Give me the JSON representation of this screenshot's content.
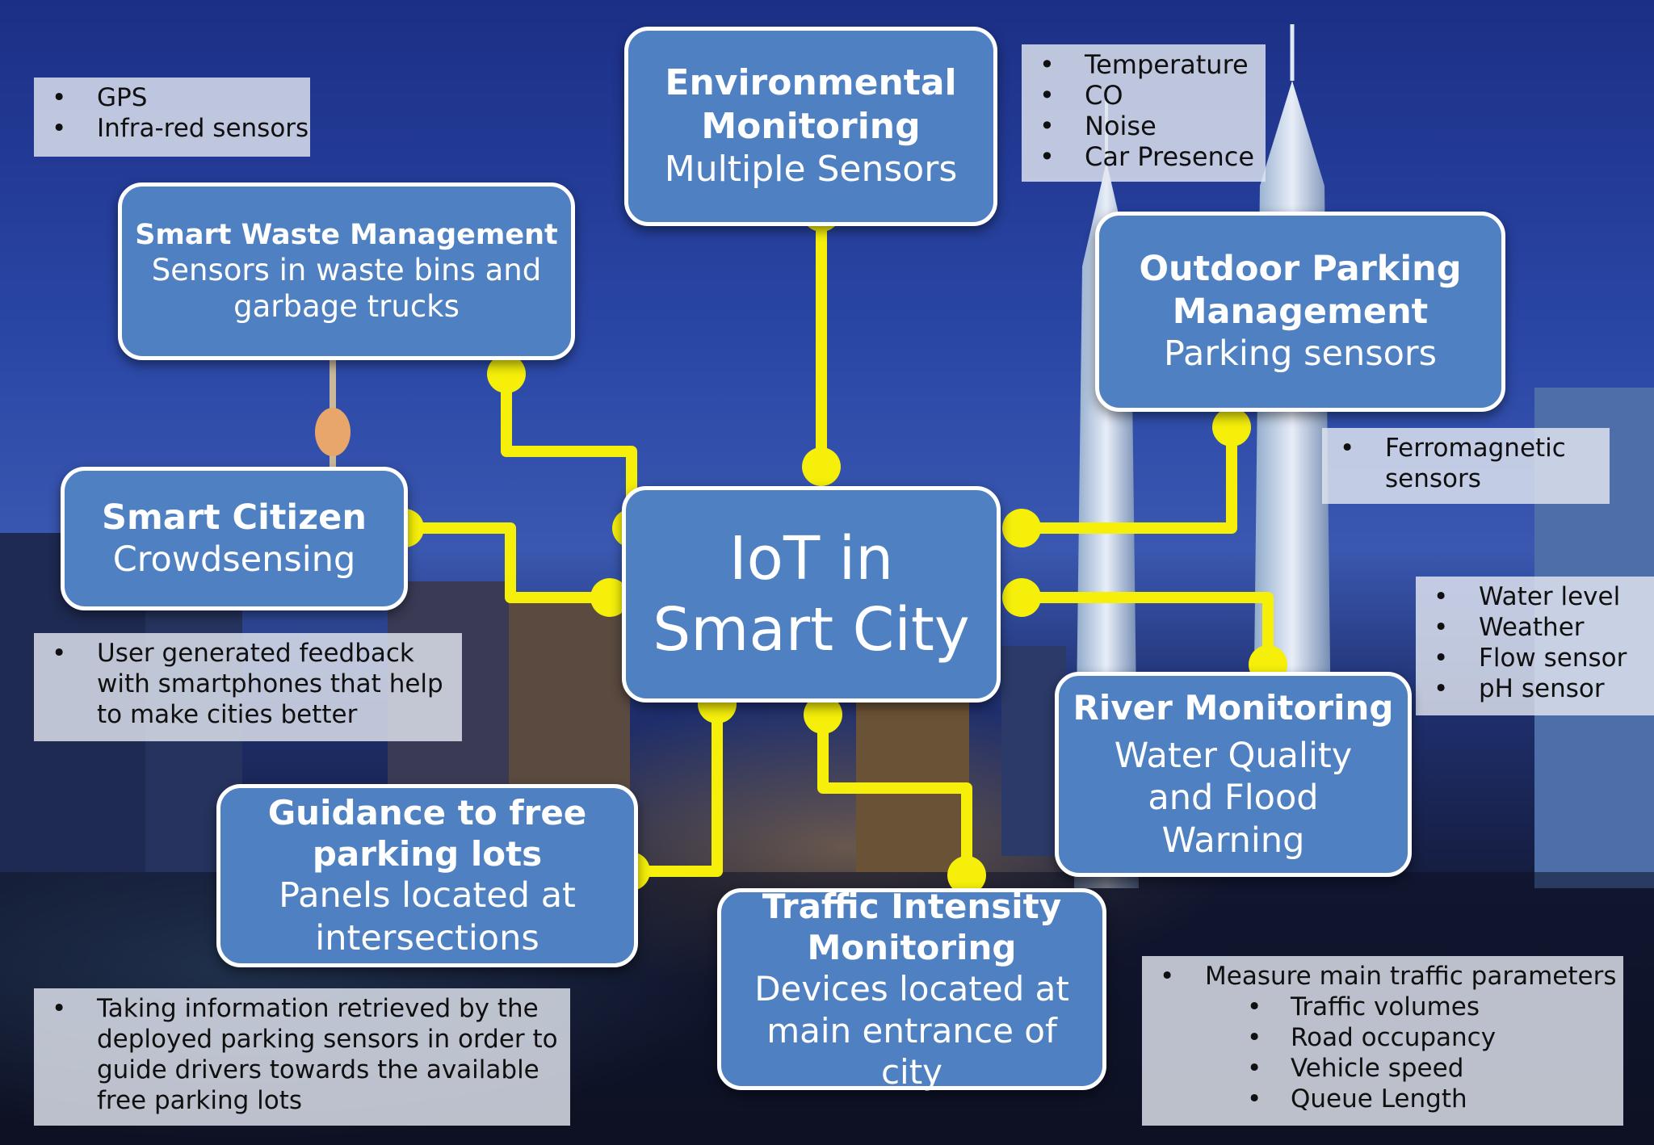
{
  "colors": {
    "box_fill": "#4e80c2",
    "box_border": "#ffffff",
    "connector": "#f5ef0a",
    "note_fill": "#e2e7f0"
  },
  "center": {
    "line1": "IoT in",
    "line2": "Smart City"
  },
  "nodes": {
    "environmental": {
      "title_1": "Environmental",
      "title_2": "Monitoring",
      "subtitle": "Multiple Sensors"
    },
    "waste": {
      "title": "Smart Waste Management",
      "subtitle_1": "Sensors in waste bins and",
      "subtitle_2": "garbage trucks"
    },
    "parking_outdoor": {
      "title_1": "Outdoor Parking",
      "title_2": "Management",
      "subtitle": "Parking sensors"
    },
    "citizen": {
      "title": "Smart Citizen",
      "subtitle": "Crowdsensing"
    },
    "river": {
      "title": "River Monitoring",
      "subtitle_1": "Water Quality",
      "subtitle_2": "and Flood",
      "subtitle_3": "Warning"
    },
    "guidance": {
      "title_1": "Guidance to free",
      "title_2": "parking lots",
      "subtitle_1": "Panels located at",
      "subtitle_2": "intersections"
    },
    "traffic": {
      "title_1": "Traffic Intensity",
      "title_2": "Monitoring",
      "subtitle_1": "Devices located at",
      "subtitle_2": "main entrance of",
      "subtitle_3": "city"
    }
  },
  "notes": {
    "gps": [
      "GPS",
      "Infra-red sensors"
    ],
    "environment": [
      "Temperature",
      "CO",
      "Noise",
      "Car Presence"
    ],
    "ferro": [
      "Ferromagnetic",
      "sensors"
    ],
    "river": [
      "Water level",
      "Weather",
      "Flow sensor",
      "pH sensor"
    ],
    "citizen": [
      "User generated feedback",
      "with smartphones that help",
      "to make cities better"
    ],
    "guidance": [
      "Taking information retrieved by the",
      "deployed parking sensors in order to",
      "guide drivers towards the available",
      "free parking lots"
    ],
    "traffic": {
      "main": "Measure main traffic parameters",
      "items": [
        "Traffic volumes",
        "Road occupancy",
        "Vehicle speed",
        "Queue Length"
      ]
    }
  }
}
